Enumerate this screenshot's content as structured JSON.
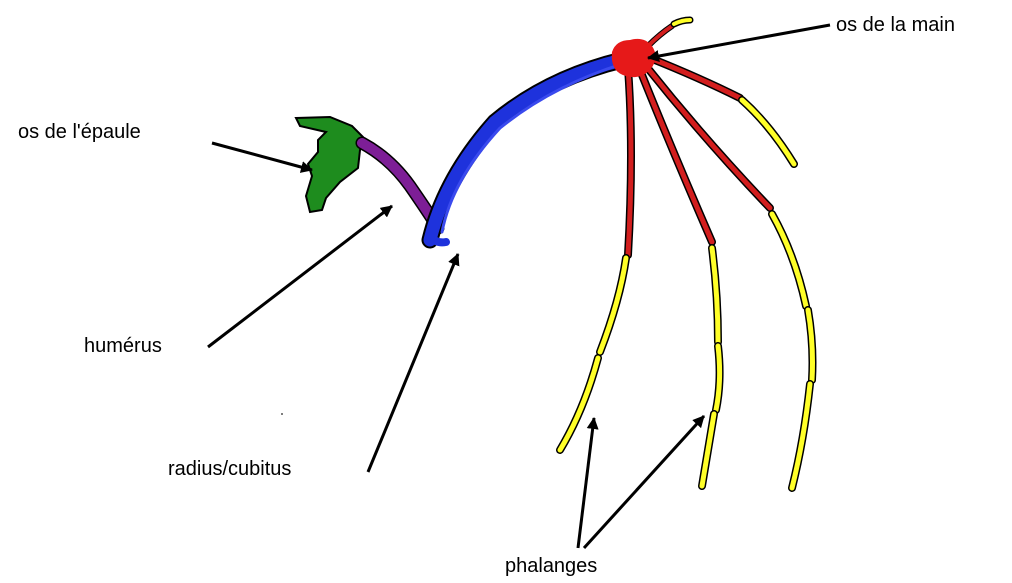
{
  "labels": {
    "shoulder": "os de l'épaule",
    "humerus": "humérus",
    "radius_ulna": "radius/cubitus",
    "hand": "os de la main",
    "phalanges": "phalanges"
  },
  "colors": {
    "shoulder_bone": "#1e8c1e",
    "humerus_bone": "#7d1e96",
    "forearm_bone": "#1e32dc",
    "hand_bone": "#e61919",
    "metacarpal": "#d21e1e",
    "phalanx": "#ffff28",
    "outline": "#000000"
  }
}
